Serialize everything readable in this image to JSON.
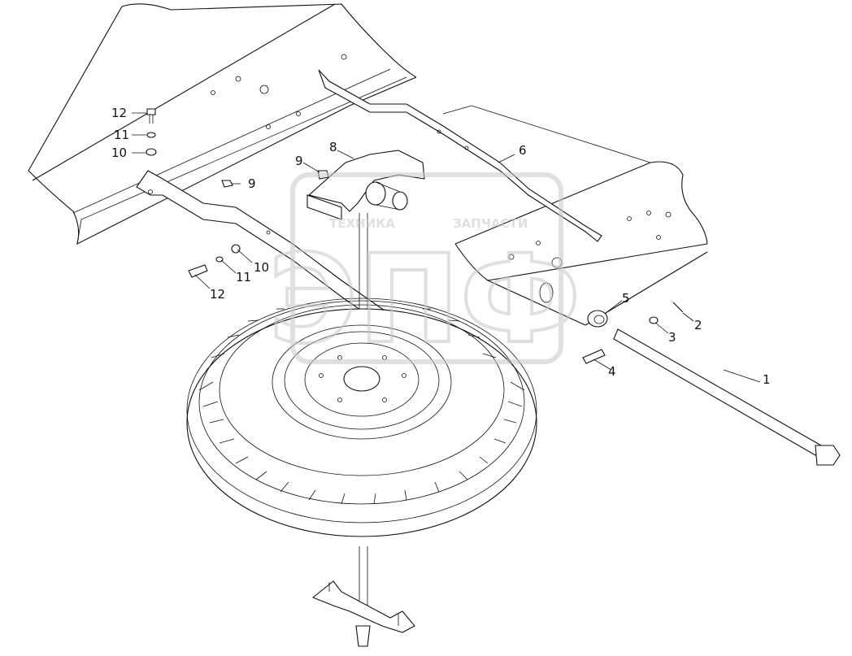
{
  "watermark": {
    "left_text": "ТЕХНИКА",
    "right_text": "ЗАПЧАСТИ",
    "logo_letters": "ЭПФ",
    "color": "#c8c8c8"
  },
  "callouts": [
    {
      "id": "c1",
      "label": "1"
    },
    {
      "id": "c2",
      "label": "2"
    },
    {
      "id": "c3",
      "label": "3"
    },
    {
      "id": "c4",
      "label": "4"
    },
    {
      "id": "c5",
      "label": "5"
    },
    {
      "id": "c6",
      "label": "6"
    },
    {
      "id": "c8",
      "label": "8"
    },
    {
      "id": "c9a",
      "label": "9"
    },
    {
      "id": "c9b",
      "label": "9"
    },
    {
      "id": "c10a",
      "label": "10"
    },
    {
      "id": "c10b",
      "label": "10"
    },
    {
      "id": "c11a",
      "label": "11"
    },
    {
      "id": "c11b",
      "label": "11"
    },
    {
      "id": "c12a",
      "label": "12"
    },
    {
      "id": "c12b",
      "label": "12"
    }
  ]
}
